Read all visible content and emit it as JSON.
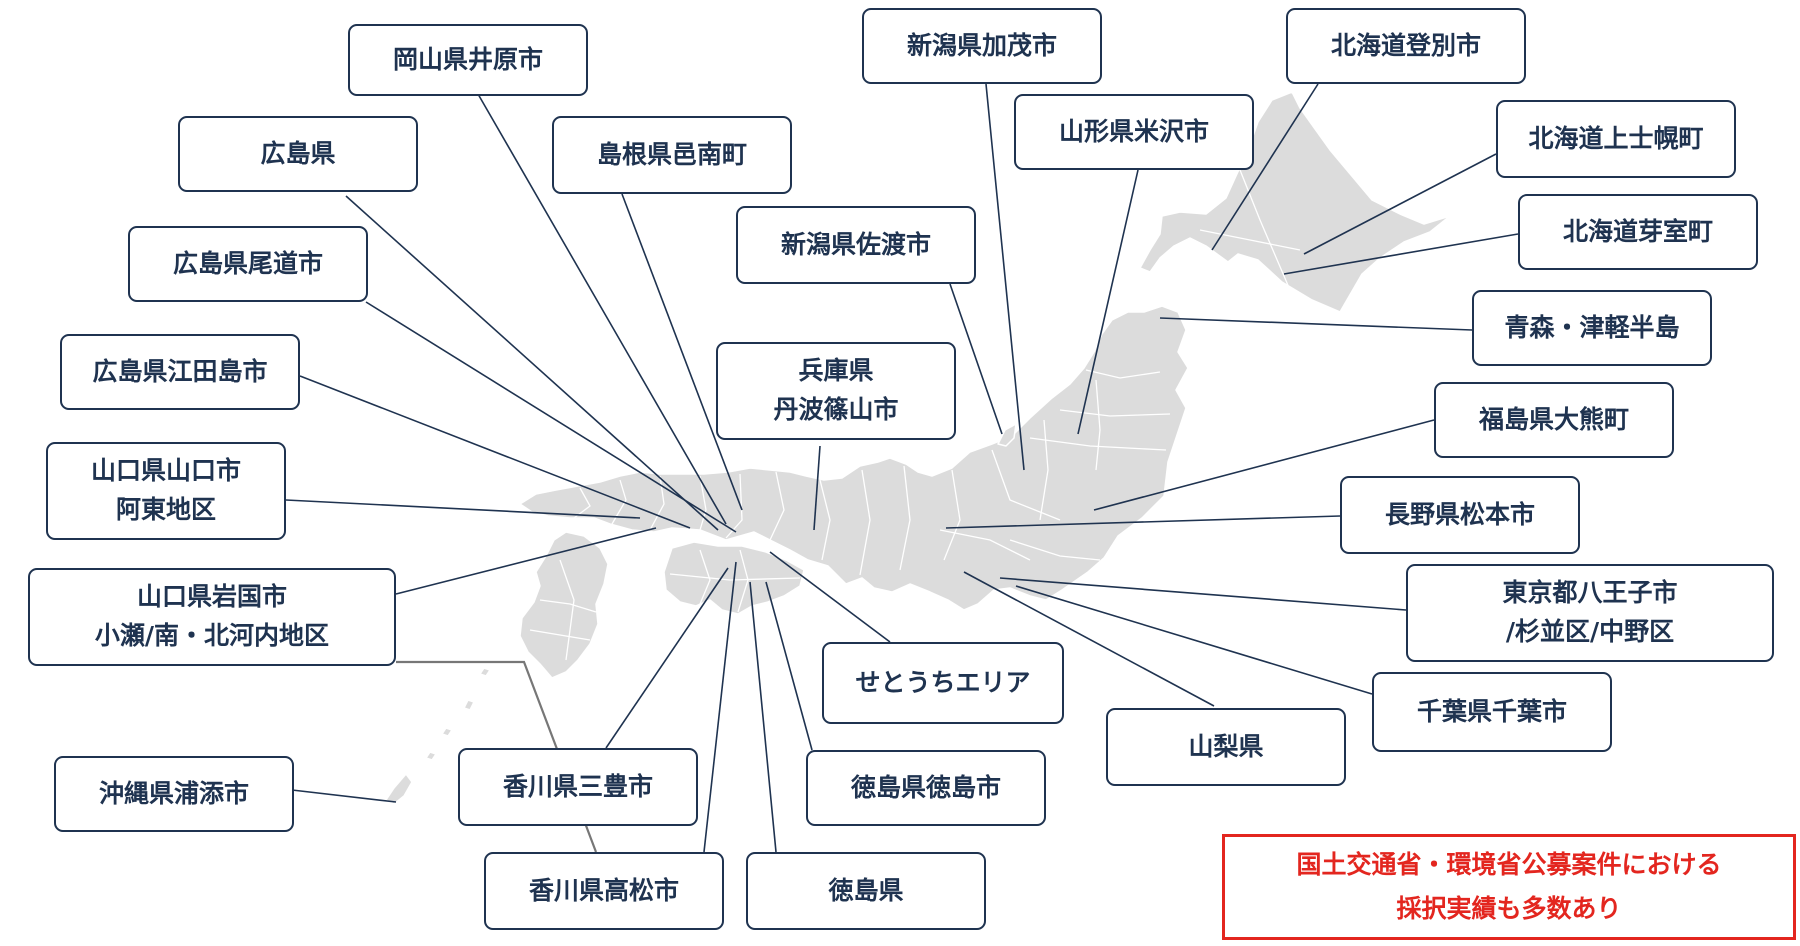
{
  "labels": {
    "okayama_ibara": [
      "岡山県井原市"
    ],
    "hiroshima": [
      "広島県"
    ],
    "hiroshima_onomichi": [
      "広島県尾道市"
    ],
    "hiroshima_etajima": [
      "広島県江田島市"
    ],
    "yamaguchi_ato": [
      "山口県山口市",
      "阿東地区"
    ],
    "yamaguchi_iwakuni": [
      "山口県岩国市",
      "小瀬/南・北河内地区"
    ],
    "okinawa_urasoe": [
      "沖縄県浦添市"
    ],
    "kagawa_mitoyo": [
      "香川県三豊市"
    ],
    "kagawa_takamatsu": [
      "香川県高松市"
    ],
    "shimane_onan": [
      "島根県邑南町"
    ],
    "niigata_sado": [
      "新潟県佐渡市"
    ],
    "hyogo_tambasasayama": [
      "兵庫県",
      "丹波篠山市"
    ],
    "setouchi": [
      "せとうちエリア"
    ],
    "tokushima_city": [
      "徳島県徳島市"
    ],
    "tokushima": [
      "徳島県"
    ],
    "niigata_kamo": [
      "新潟県加茂市"
    ],
    "yamagata_yonezawa": [
      "山形県米沢市"
    ],
    "hokkaido_noboribetsu": [
      "北海道登別市"
    ],
    "hokkaido_kamishihoro": [
      "北海道上士幌町"
    ],
    "hokkaido_memuro": [
      "北海道芽室町"
    ],
    "aomori_tsugaru": [
      "青森・津軽半島"
    ],
    "fukushima_okuma": [
      "福島県大熊町"
    ],
    "nagano_matsumoto": [
      "長野県松本市"
    ],
    "tokyo": [
      "東京都八王子市",
      "/杉並区/中野区"
    ],
    "chiba_chiba": [
      "千葉県千葉市"
    ],
    "yamanashi": [
      "山梨県"
    ]
  },
  "notice": [
    "国土交通省・環境省公募案件における",
    "採択実績も多数あり"
  ],
  "colors": {
    "land_fill": "#dcdcdc",
    "land_stroke": "#ffffff",
    "leader_line": "#1f3350",
    "label_border": "#1f3350",
    "notice_border": "#e3261f",
    "notice_text": "#e3261f"
  }
}
